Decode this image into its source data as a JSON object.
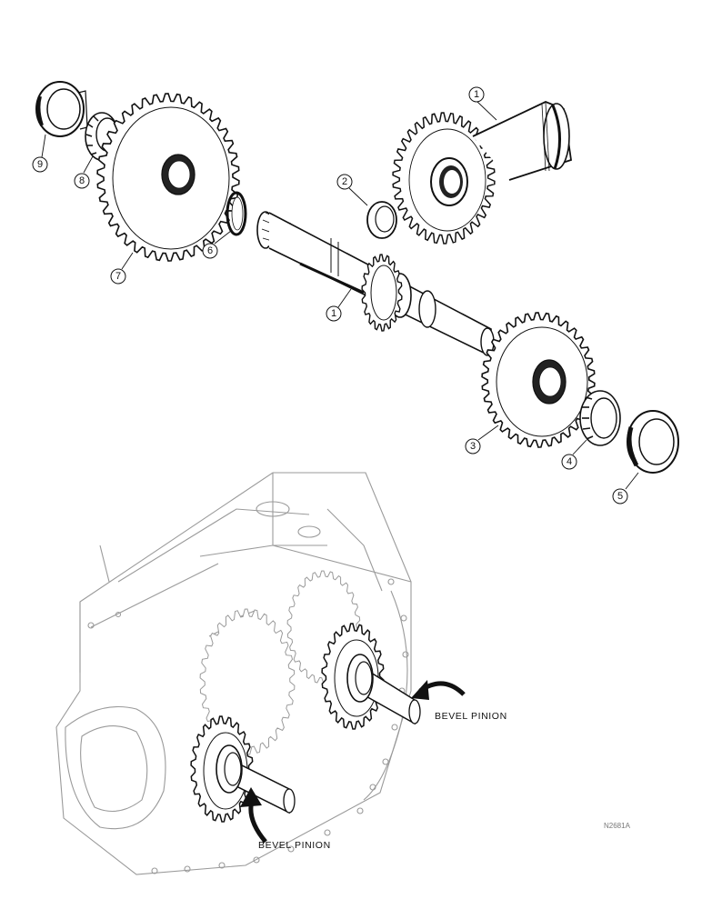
{
  "callouts": {
    "c1_top": "1",
    "c2": "2",
    "c1_shaft": "1",
    "c3": "3",
    "c4": "4",
    "c5": "5",
    "c6": "6",
    "c7": "7",
    "c8": "8",
    "c9": "9"
  },
  "labels": {
    "bevel_pinion_right": "BEVEL PINION",
    "bevel_pinion_left": "BEVEL PINION"
  },
  "figure_ref": "N2681A",
  "colors": {
    "ink": "#111111",
    "light_ink": "#9a9a9a",
    "paper": "#ffffff"
  }
}
